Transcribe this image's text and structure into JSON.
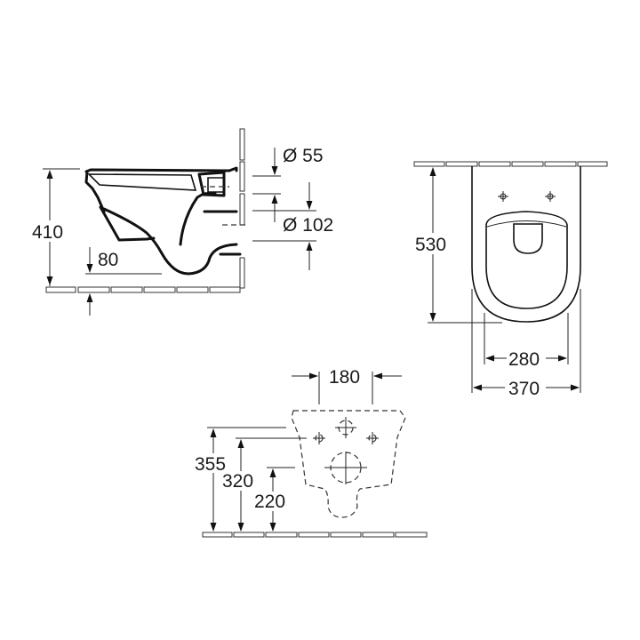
{
  "drawing": {
    "title": "Wall-hung WC technical drawing",
    "colors": {
      "line": "#111111",
      "background": "#ffffff"
    },
    "side_view": {
      "height_label": "410",
      "rim_offset_label": "80",
      "inlet_label": "Ø 55",
      "outlet_label": "Ø 102"
    },
    "top_view": {
      "length_label": "530",
      "seat_width_label": "280",
      "overall_width_label": "370"
    },
    "rear_view": {
      "bolt_spacing_label": "180",
      "height_355_label": "355",
      "height_320_label": "320",
      "height_220_label": "220"
    }
  }
}
